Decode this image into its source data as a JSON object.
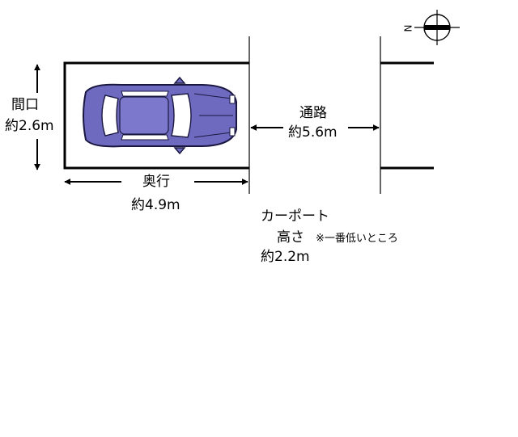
{
  "compass": {
    "north_letter": "N"
  },
  "frontage": {
    "title": "間口",
    "value": "約2.6m"
  },
  "depth": {
    "title": "奥行",
    "value": "約4.9m"
  },
  "road": {
    "title": "通路",
    "value": "約5.6m"
  },
  "carport": {
    "title": "カーポート",
    "height_label": "高さ",
    "note": "※一番低いところ",
    "value": "約2.2m"
  },
  "colors": {
    "line": "#000000",
    "car_body": "#6e6ac0",
    "car_window": "#ffffff",
    "car_outline": "#1a1840"
  }
}
